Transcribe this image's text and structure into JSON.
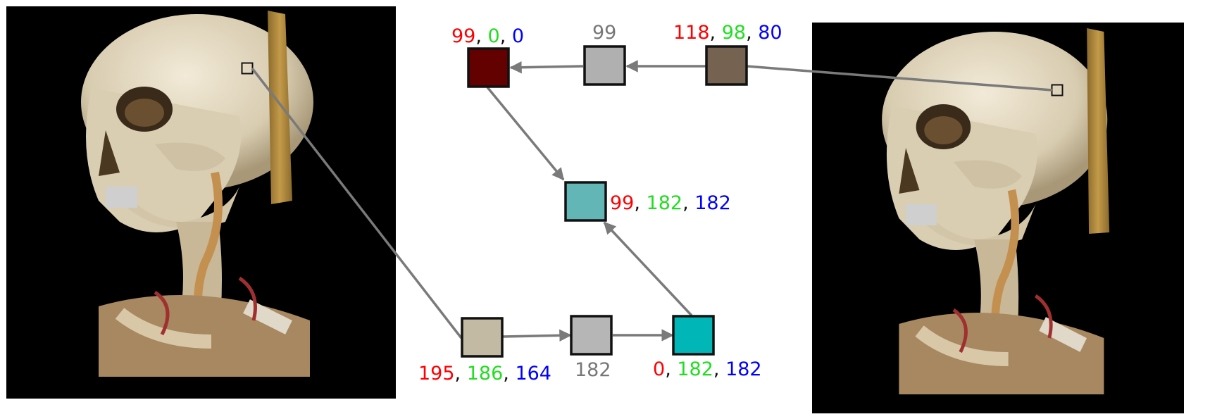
{
  "colors": {
    "red": "#ff0000",
    "green": "#22dd22",
    "blue": "#0000ff",
    "gray": "#777777",
    "edge": "#7a7a7a",
    "background_panel": "#000000",
    "bone": "#e8dcc4"
  },
  "sample_pixel_left": {
    "rgb": [
      195,
      186,
      164
    ],
    "fill": "#c3baa4"
  },
  "sample_pixel_right": {
    "rgb": [
      118,
      98,
      80
    ],
    "fill": "#766250"
  },
  "nodes": {
    "beige_swatch": {
      "fill": "#c3baa4",
      "label": {
        "r": "195",
        "g": "186",
        "b": "164"
      }
    },
    "gray182_swatch": {
      "fill": "#b6b6b6",
      "label": {
        "value": "182"
      }
    },
    "cyan_swatch": {
      "fill": "#00b6b6",
      "label": {
        "r": "0",
        "g": "182",
        "b": "182"
      }
    },
    "teal_swatch": {
      "fill": "#63b6b6",
      "label": {
        "r": "99",
        "g": "182",
        "b": "182"
      }
    },
    "brown_swatch": {
      "fill": "#766250",
      "label": {
        "r": "118",
        "g": "98",
        "b": "80"
      }
    },
    "gray99_swatch": {
      "fill": "#b0b0b0",
      "label": {
        "value": "99"
      }
    },
    "darkred_swatch": {
      "fill": "#630000",
      "label": {
        "r": "99",
        "g": "0",
        "b": "0"
      }
    }
  },
  "separator": ", "
}
